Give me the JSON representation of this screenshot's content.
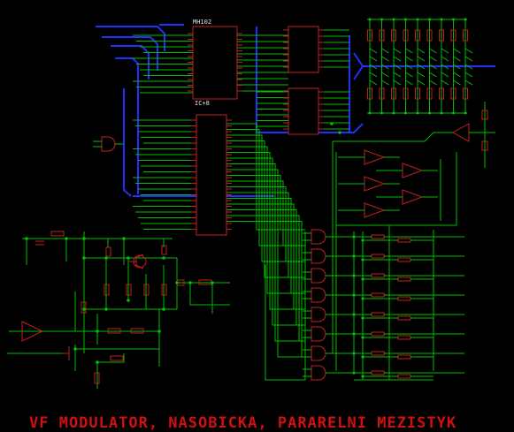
{
  "title": "VF MODULATOR, NASOBICKA, PARARELNI MEZISTYK",
  "labels": {
    "ic_upper": "MH102",
    "ic_upper_ref": "IC+8"
  },
  "colors": {
    "background": "#000000",
    "wire": "#00c000",
    "bus": "#2030ff",
    "component": "#c02020",
    "title": "#d01010"
  }
}
